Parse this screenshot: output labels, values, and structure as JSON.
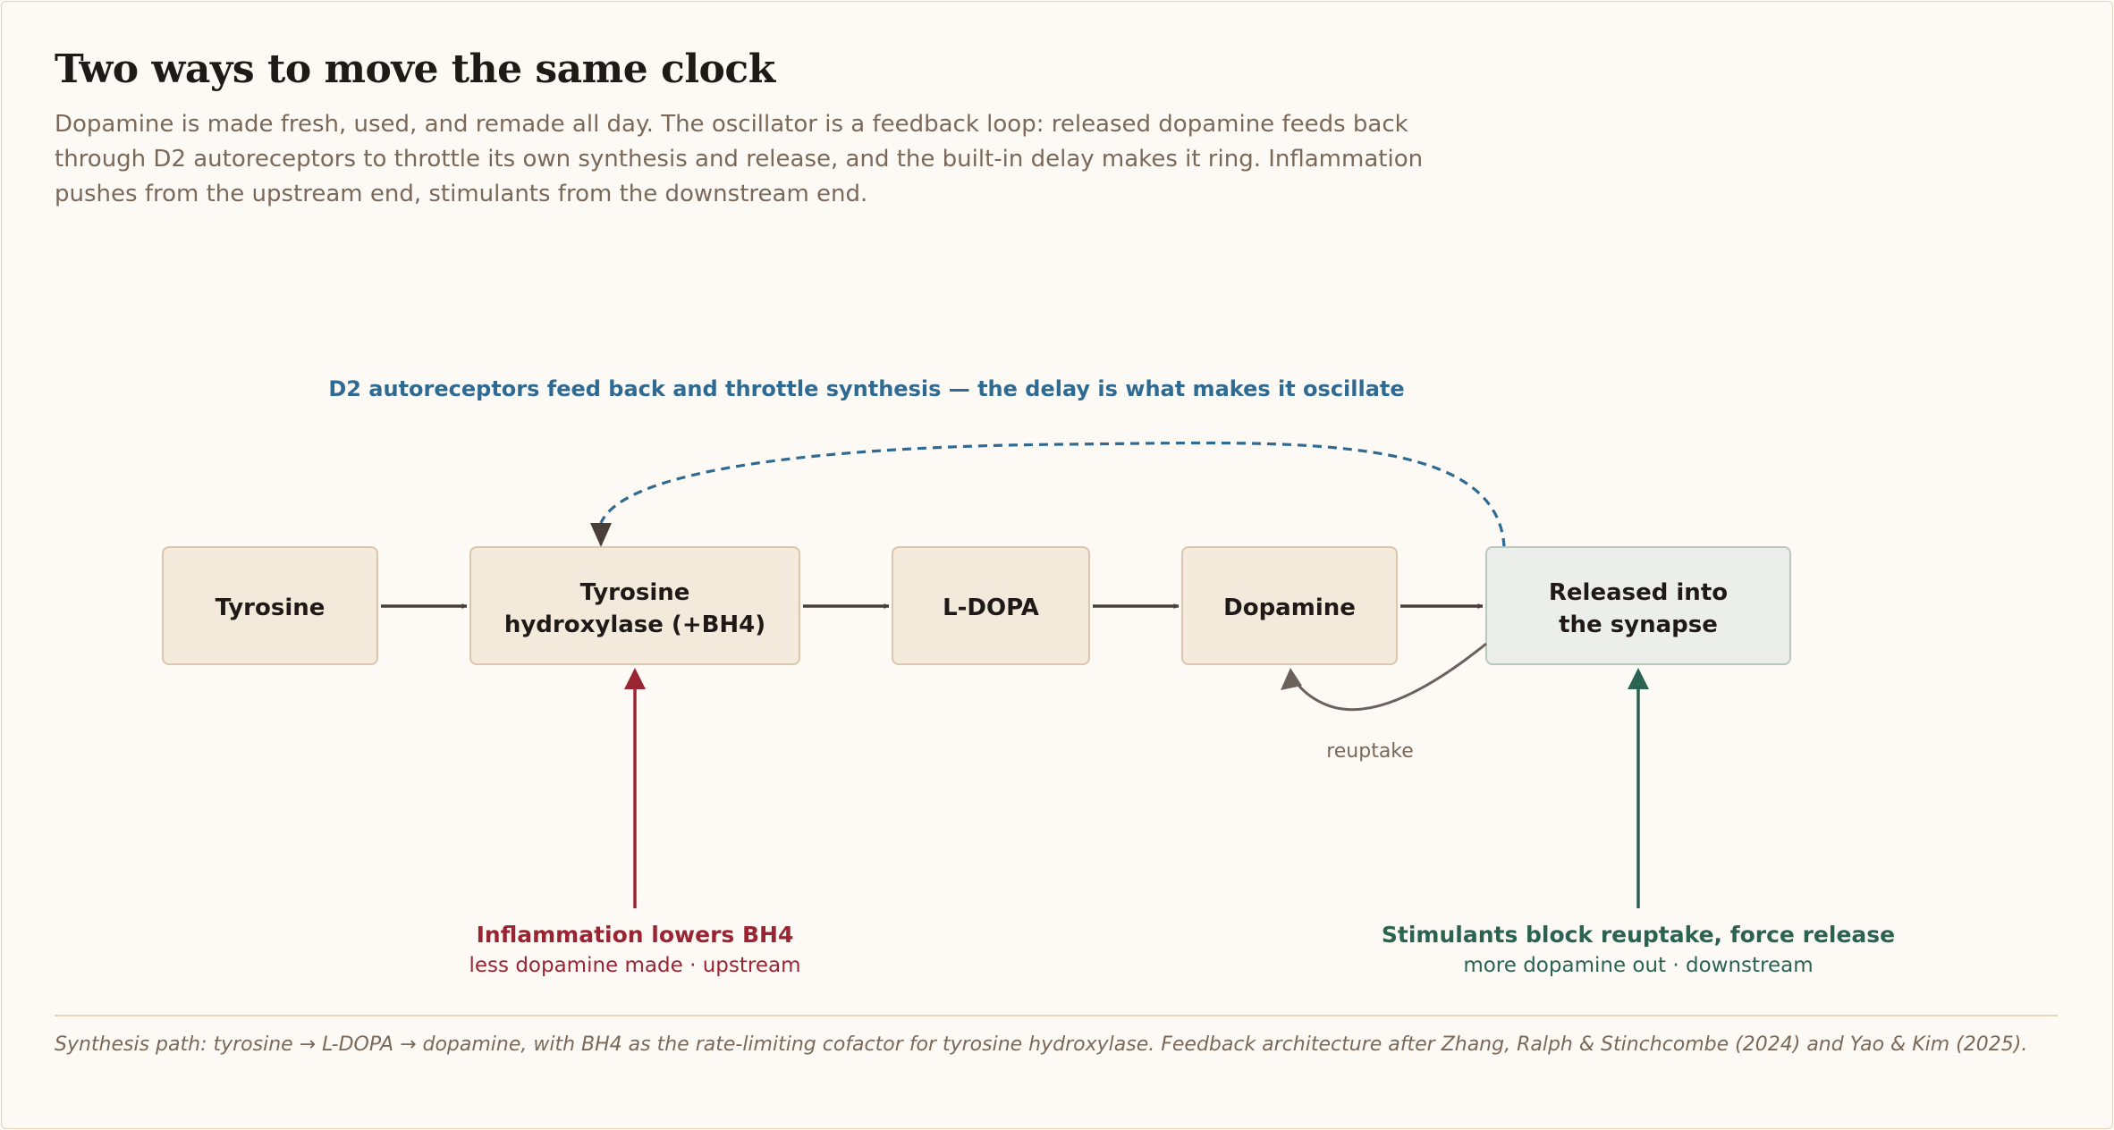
{
  "title": "Two ways to move the same clock",
  "subtitle": "Dopamine is made fresh, used, and remade all day. The oscillator is a feedback loop: released dopamine feeds back through D2 autoreceptors to throttle its own synthesis and release, and the built-in delay makes it ring. Inflammation pushes from the upstream end, stimulants from the downstream end.",
  "diagram": {
    "nodes": {
      "tyrosine": {
        "lines": [
          "Tyrosine"
        ]
      },
      "hydroxylase": {
        "lines": [
          "Tyrosine",
          "hydroxylase (+BH4)"
        ]
      },
      "ldopa": {
        "lines": [
          "L-DOPA"
        ]
      },
      "dopamine": {
        "lines": [
          "Dopamine"
        ]
      },
      "synapse": {
        "lines": [
          "Released into",
          "the synapse"
        ]
      }
    },
    "feedback_label": "D2 autoreceptors feed back and throttle synthesis — the delay is what makes it oscillate",
    "reuptake_label": "reuptake",
    "inflammation": {
      "title": "Inflammation lowers BH4",
      "subtitle": "less dopamine made · upstream"
    },
    "stimulants": {
      "title": "Stimulants block reuptake, force release",
      "subtitle": "more dopamine out · downstream"
    }
  },
  "footnote": "Synthesis path: tyrosine → L-DOPA → dopamine, with BH4 as the rate-limiting cofactor for tyrosine hydroxylase. Feedback architecture after Zhang, Ralph & Stinchcombe (2024) and Yao & Kim (2025).",
  "colors": {
    "node_fill": "#f3eadc",
    "node_stroke": "#d9c7ab",
    "synapse_fill": "#eceeec",
    "synapse_stroke": "#b9c8bd",
    "arrow": "#4a3f38",
    "feedback": "#2f6a93",
    "inflammation": "#9b2433",
    "stimulants": "#2a6352",
    "reuptake": "#6b605a"
  }
}
